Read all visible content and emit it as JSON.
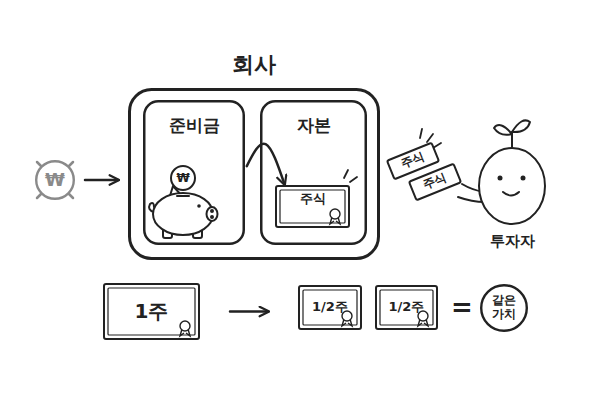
{
  "diagram": {
    "nodes": [
      {
        "text": [
          "회사"
        ]
      },
      {
        "text": [
          "준비금"
        ],
        "in": 0
      },
      {
        "text": [
          "자본"
        ],
        "in": 0
      },
      {
        "text": [
          "주식"
        ],
        "in": 2
      },
      {
        "text": [
          "₩"
        ]
      },
      {
        "text": [
          "주식"
        ]
      },
      {
        "text": [
          "주식"
        ]
      },
      {
        "text": [
          "1주"
        ]
      },
      {
        "text": [
          "1/2주"
        ]
      },
      {
        "text": [
          "1/2주"
        ]
      },
      {
        "text": [
          "같은 가치"
        ]
      }
    ],
    "edges": [
      {
        "from": 4,
        "to": 0,
        "arrow": "to"
      },
      {
        "from": 1,
        "to": 3,
        "arrow": "to"
      },
      {
        "from": 7,
        "to": 8,
        "arrow": "to"
      }
    ],
    "labels": [
      "₩",
      "투자자",
      "="
    ]
  }
}
